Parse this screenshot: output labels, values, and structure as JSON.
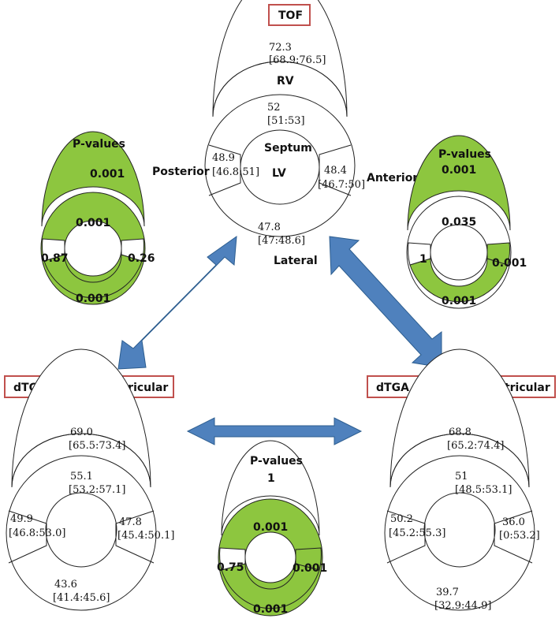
{
  "colors": {
    "significant": "#8dc63f",
    "box_border": "#c0504d",
    "arrow": "#4f81bd",
    "arrow_edge": "#2c5d8f"
  },
  "groups": {
    "tof": {
      "title": "TOF",
      "rv": {
        "value": "72.3",
        "ci": "[68.9:76.5]"
      },
      "rv_label": "RV",
      "septum": {
        "value": "52",
        "ci": "[51:53]"
      },
      "septum_label": "Septum",
      "lv_label": "LV",
      "posterior": {
        "value": "48.9",
        "ci": "[46.8:51]"
      },
      "posterior_label": "Posterior",
      "anterior": {
        "value": "48.4",
        "ci": "[46.7:50]"
      },
      "anterior_label": "Anterior",
      "lateral": {
        "value": "47.8",
        "ci": "[47:48.6]"
      },
      "lateral_label": "Lateral"
    },
    "dtga_vsd": {
      "title": "dTGA, VSD, biventricular",
      "rv": {
        "value": "69.0",
        "ci": "[65.5:73.4]"
      },
      "septum": {
        "value": "55.1",
        "ci": "[53.2:57.1]"
      },
      "posterior": {
        "value": "49.9",
        "ci": "[46.8:53.0]"
      },
      "anterior": {
        "value": "47.8",
        "ci": "[45.4:50.1]"
      },
      "lateral": {
        "value": "43.6",
        "ci": "[41.4:45.6]"
      }
    },
    "dtga_novsd": {
      "title": "dTGA, no VSD, biventricular",
      "rv": {
        "value": "68.8",
        "ci": "[65.2:74.4]"
      },
      "septum": {
        "value": "51",
        "ci": "[48.5:53.1]"
      },
      "posterior": {
        "value": "50.2",
        "ci": "[45.2:55.3]"
      },
      "anterior": {
        "value": "36.0",
        "ci": "[0:53.2]"
      },
      "lateral": {
        "value": "39.7",
        "ci": "[32.9:44.9]"
      }
    }
  },
  "pvalues": {
    "left": {
      "title": "P-values",
      "rv": {
        "value": "0.001",
        "significant": true
      },
      "septum": {
        "value": "0.001",
        "significant": true
      },
      "posterior": {
        "value": "0.87",
        "significant": false
      },
      "anterior": {
        "value": "0.26",
        "significant": false
      },
      "lateral": {
        "value": "0.001",
        "significant": true
      }
    },
    "right": {
      "title": "P-values",
      "rv": {
        "value": "0.001",
        "significant": true
      },
      "septum": {
        "value": "0.035",
        "significant": false
      },
      "posterior": {
        "value": "1",
        "significant": false
      },
      "anterior": {
        "value": "0.001",
        "significant": true
      },
      "lateral": {
        "value": "0.001",
        "significant": true
      }
    },
    "bottom": {
      "title": "P-values",
      "rv": {
        "value": "1",
        "significant": false
      },
      "septum": {
        "value": "0.001",
        "significant": true
      },
      "posterior": {
        "value": "0.75",
        "significant": false
      },
      "anterior": {
        "value": "0.001",
        "significant": true
      },
      "lateral": {
        "value": "0.001",
        "significant": true
      }
    }
  }
}
